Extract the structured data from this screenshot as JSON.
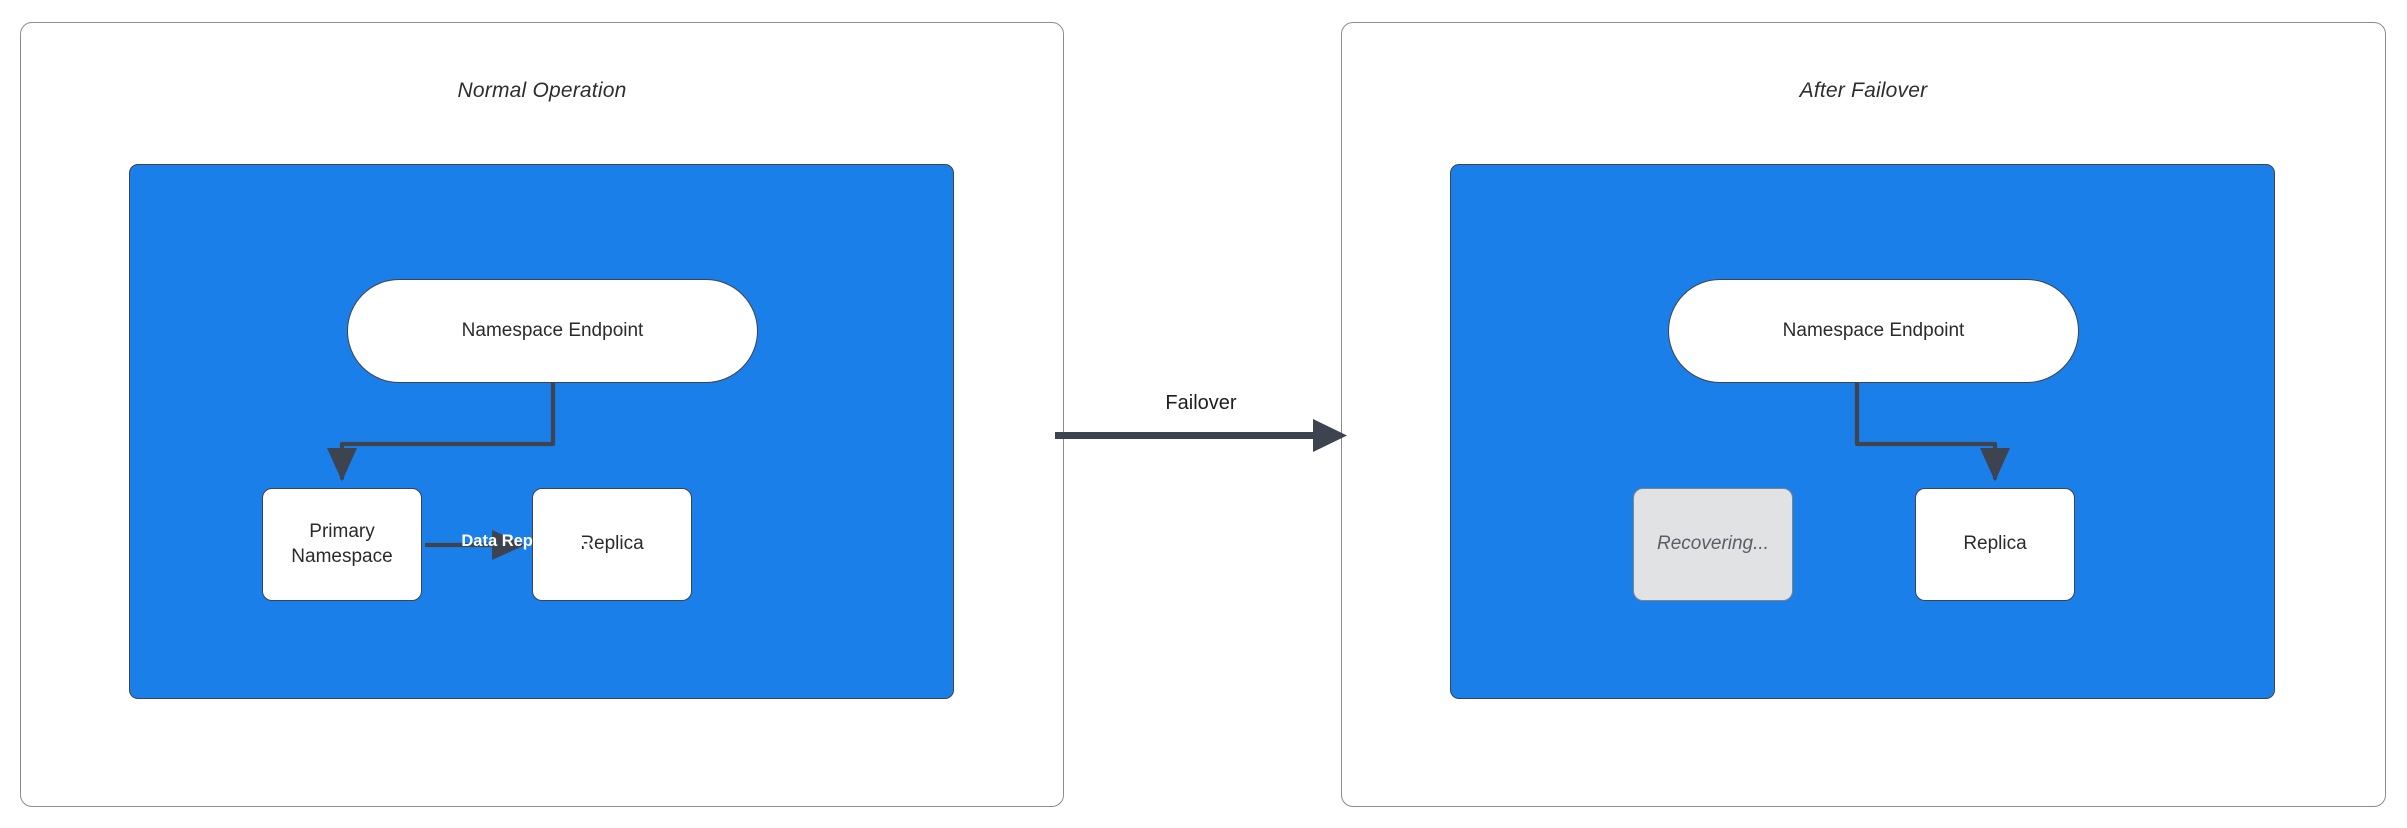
{
  "diagram": {
    "title_hidden": "",
    "colors": {
      "region_fill": "#1a7fe8",
      "node_fill": "#ffffff",
      "dim_node_fill": "#e0e2e4",
      "stroke": "#3d4450",
      "panel_border": "#888d93",
      "replication_label": "#ffffff"
    }
  },
  "panels": [
    {
      "id": "normal-operation",
      "title": "Normal Operation",
      "nodes": [
        {
          "id": "endpoint",
          "label": "Namespace Endpoint",
          "shape": "pill",
          "state": "active"
        },
        {
          "id": "primary",
          "label": "Primary\nNamespace",
          "line1": "Primary",
          "line2": "Namespace",
          "shape": "box",
          "state": "active"
        },
        {
          "id": "replica",
          "label": "Replica",
          "shape": "box",
          "state": "active"
        }
      ],
      "edges": [
        {
          "id": "endpoint-to-primary",
          "from": "endpoint",
          "to": "primary",
          "label": "",
          "style": "elbow-arrow"
        },
        {
          "id": "primary-to-replica",
          "from": "primary",
          "to": "replica",
          "label": "Data Replication",
          "style": "straight-arrow"
        }
      ]
    },
    {
      "id": "after-failover",
      "title": "After Failover",
      "nodes": [
        {
          "id": "endpoint-2",
          "label": "Namespace Endpoint",
          "shape": "pill",
          "state": "active"
        },
        {
          "id": "recovering",
          "label": "Recovering...",
          "shape": "box",
          "state": "recovering"
        },
        {
          "id": "replica-2",
          "label": "Replica",
          "shape": "box",
          "state": "active"
        }
      ],
      "edges": [
        {
          "id": "endpoint-to-replica",
          "from": "endpoint-2",
          "to": "replica-2",
          "label": "",
          "style": "elbow-arrow"
        }
      ]
    }
  ],
  "transition": {
    "label": "Failover",
    "from_panel": "normal-operation",
    "to_panel": "after-failover",
    "direction": "right"
  }
}
